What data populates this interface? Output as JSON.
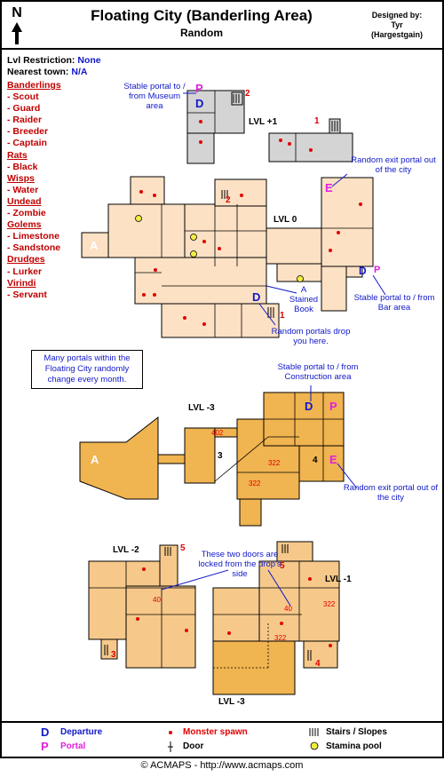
{
  "title": "Floating City (Banderling Area)",
  "subtitle": "Random",
  "designer": {
    "label": "Designed by:",
    "name": "Tyr",
    "handle": "(Hargestgain)"
  },
  "compass": "N",
  "info": {
    "restriction_label": "Lvl Restriction:",
    "restriction_value": "None",
    "town_label": "Nearest town:",
    "town_value": "N/A"
  },
  "monsters": [
    {
      "category": "Banderlings",
      "items": [
        "- Scout",
        "- Guard",
        "- Raider",
        "- Breeder",
        "- Captain"
      ]
    },
    {
      "category": "Rats",
      "items": [
        "- Black"
      ]
    },
    {
      "category": "Wisps",
      "items": [
        "- Water"
      ]
    },
    {
      "category": "Undead",
      "items": [
        "- Zombie"
      ]
    },
    {
      "category": "Golems",
      "items": [
        "- Limestone",
        "- Sandstone"
      ]
    },
    {
      "category": "Drudges",
      "items": [
        "- Lurker"
      ]
    },
    {
      "category": "Virindi",
      "items": [
        "- Servant"
      ]
    }
  ],
  "note": "Many portals within the Floating City randomly change every month.",
  "levels": {
    "plus1": "LVL +1",
    "zero": "LVL 0",
    "minus3_top": "LVL -3",
    "minus2": "LVL -2",
    "minus1": "LVL -1",
    "minus3_bottom": "LVL -3"
  },
  "annotations": {
    "museum_portal": "Stable portal to / from Museum area",
    "exit_top": "Random exit portal out of the city",
    "stained_book": "A Stained Book",
    "bar_portal": "Stable portal to / from Bar area",
    "random_drop": "Random portals drop you here.",
    "construction_portal": "Stable portal to / from Construction area",
    "exit_mid": "Random exit portal out of the city",
    "locked_doors": "These two doors are locked from the drop's side"
  },
  "markers": {
    "A": "A",
    "D": "D",
    "P": "P",
    "E": "E"
  },
  "numbers": [
    "1",
    "2",
    "3",
    "4",
    "5"
  ],
  "room_numbers": [
    "402",
    "322",
    "322",
    "40",
    "40",
    "322",
    "322"
  ],
  "legend": {
    "departure": "Departure",
    "portal": "Portal",
    "spawn": "Monster spawn",
    "door": "Door",
    "stairs": "Stairs / Slopes",
    "stamina": "Stamina pool"
  },
  "colors": {
    "grey": "#d4d4d4",
    "peach": "#fde1c4",
    "orange": "#f0b450",
    "orange_light": "#f6c98a",
    "red": "#e00000",
    "blue": "#1018c8",
    "magenta": "#e020e0",
    "yellow": "#f2ee40"
  },
  "footer": "© ACMAPS - http://www.acmaps.com"
}
